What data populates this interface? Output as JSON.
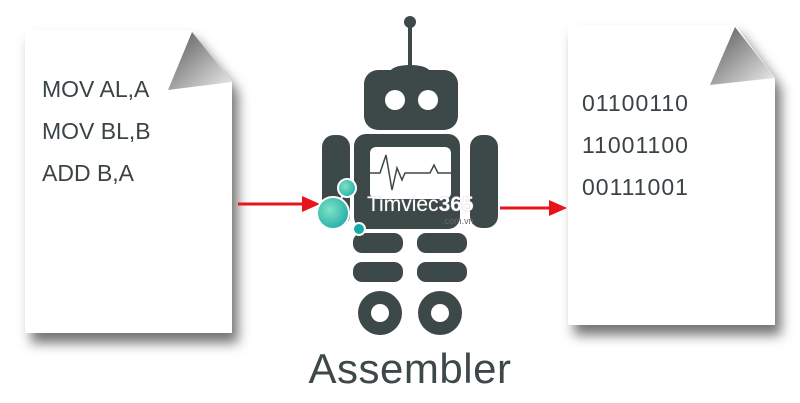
{
  "source_code": {
    "lines": [
      "MOV AL,A",
      "MOV BL,B",
      "ADD B,A"
    ]
  },
  "machine_code": {
    "lines": [
      "01100110",
      "11001100",
      "00111001"
    ]
  },
  "title": "Assembler",
  "watermark": {
    "name": "Timviec",
    "number": "365",
    "domain": ".com.vn"
  },
  "colors": {
    "robot": "#3d4849",
    "arrow": "#e8141b",
    "watermark": "#2bbfae"
  }
}
